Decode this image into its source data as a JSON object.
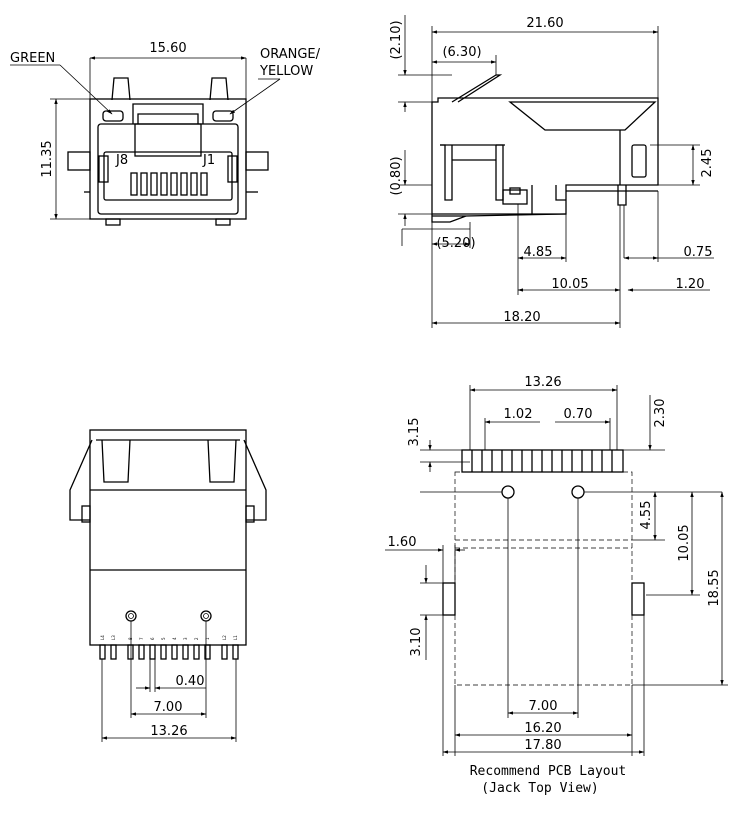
{
  "front_view": {
    "width_dim": "15.60",
    "height_dim": "11.35",
    "led_left_label": "GREEN",
    "led_right_label_line1": "ORANGE/",
    "led_right_label_line2": "YELLOW",
    "pin_left": "J8",
    "pin_right": "J1"
  },
  "side_view": {
    "overall_length": "21.60",
    "top_offset": "(2.10)",
    "front_recess": "(6.30)",
    "mid_height": "(0.80)",
    "tab_height": "2.45",
    "bottom_offset": "(5.20)",
    "pin_from_front": "4.85",
    "rear_pin_offset": "0.75",
    "post_spacing": "10.05",
    "rear_gap": "1.20",
    "body_length": "18.20"
  },
  "bottom_view": {
    "pin_pitch": "0.40",
    "post_spacing": "7.00",
    "overall_width": "13.26",
    "pin_labels": [
      "L4",
      "L3",
      "8",
      "7",
      "6",
      "5",
      "4",
      "3",
      "2",
      "1",
      "L2",
      "L1"
    ]
  },
  "pcb_layout": {
    "overall_pin_span": "13.26",
    "pin_pitch": "1.02",
    "led_pitch": "0.70",
    "pin_row_height": "2.30",
    "pin_row_offset": "3.15",
    "hole_offset": "4.55",
    "hole_to_tab": "10.05",
    "overall_depth": "18.55",
    "tab_width": "1.60",
    "tab_length": "3.10",
    "hole_spacing": "7.00",
    "tab_span": "16.20",
    "overall_width": "17.80",
    "caption_line1": "Recommend PCB Layout",
    "caption_line2": "(Jack Top View)"
  }
}
